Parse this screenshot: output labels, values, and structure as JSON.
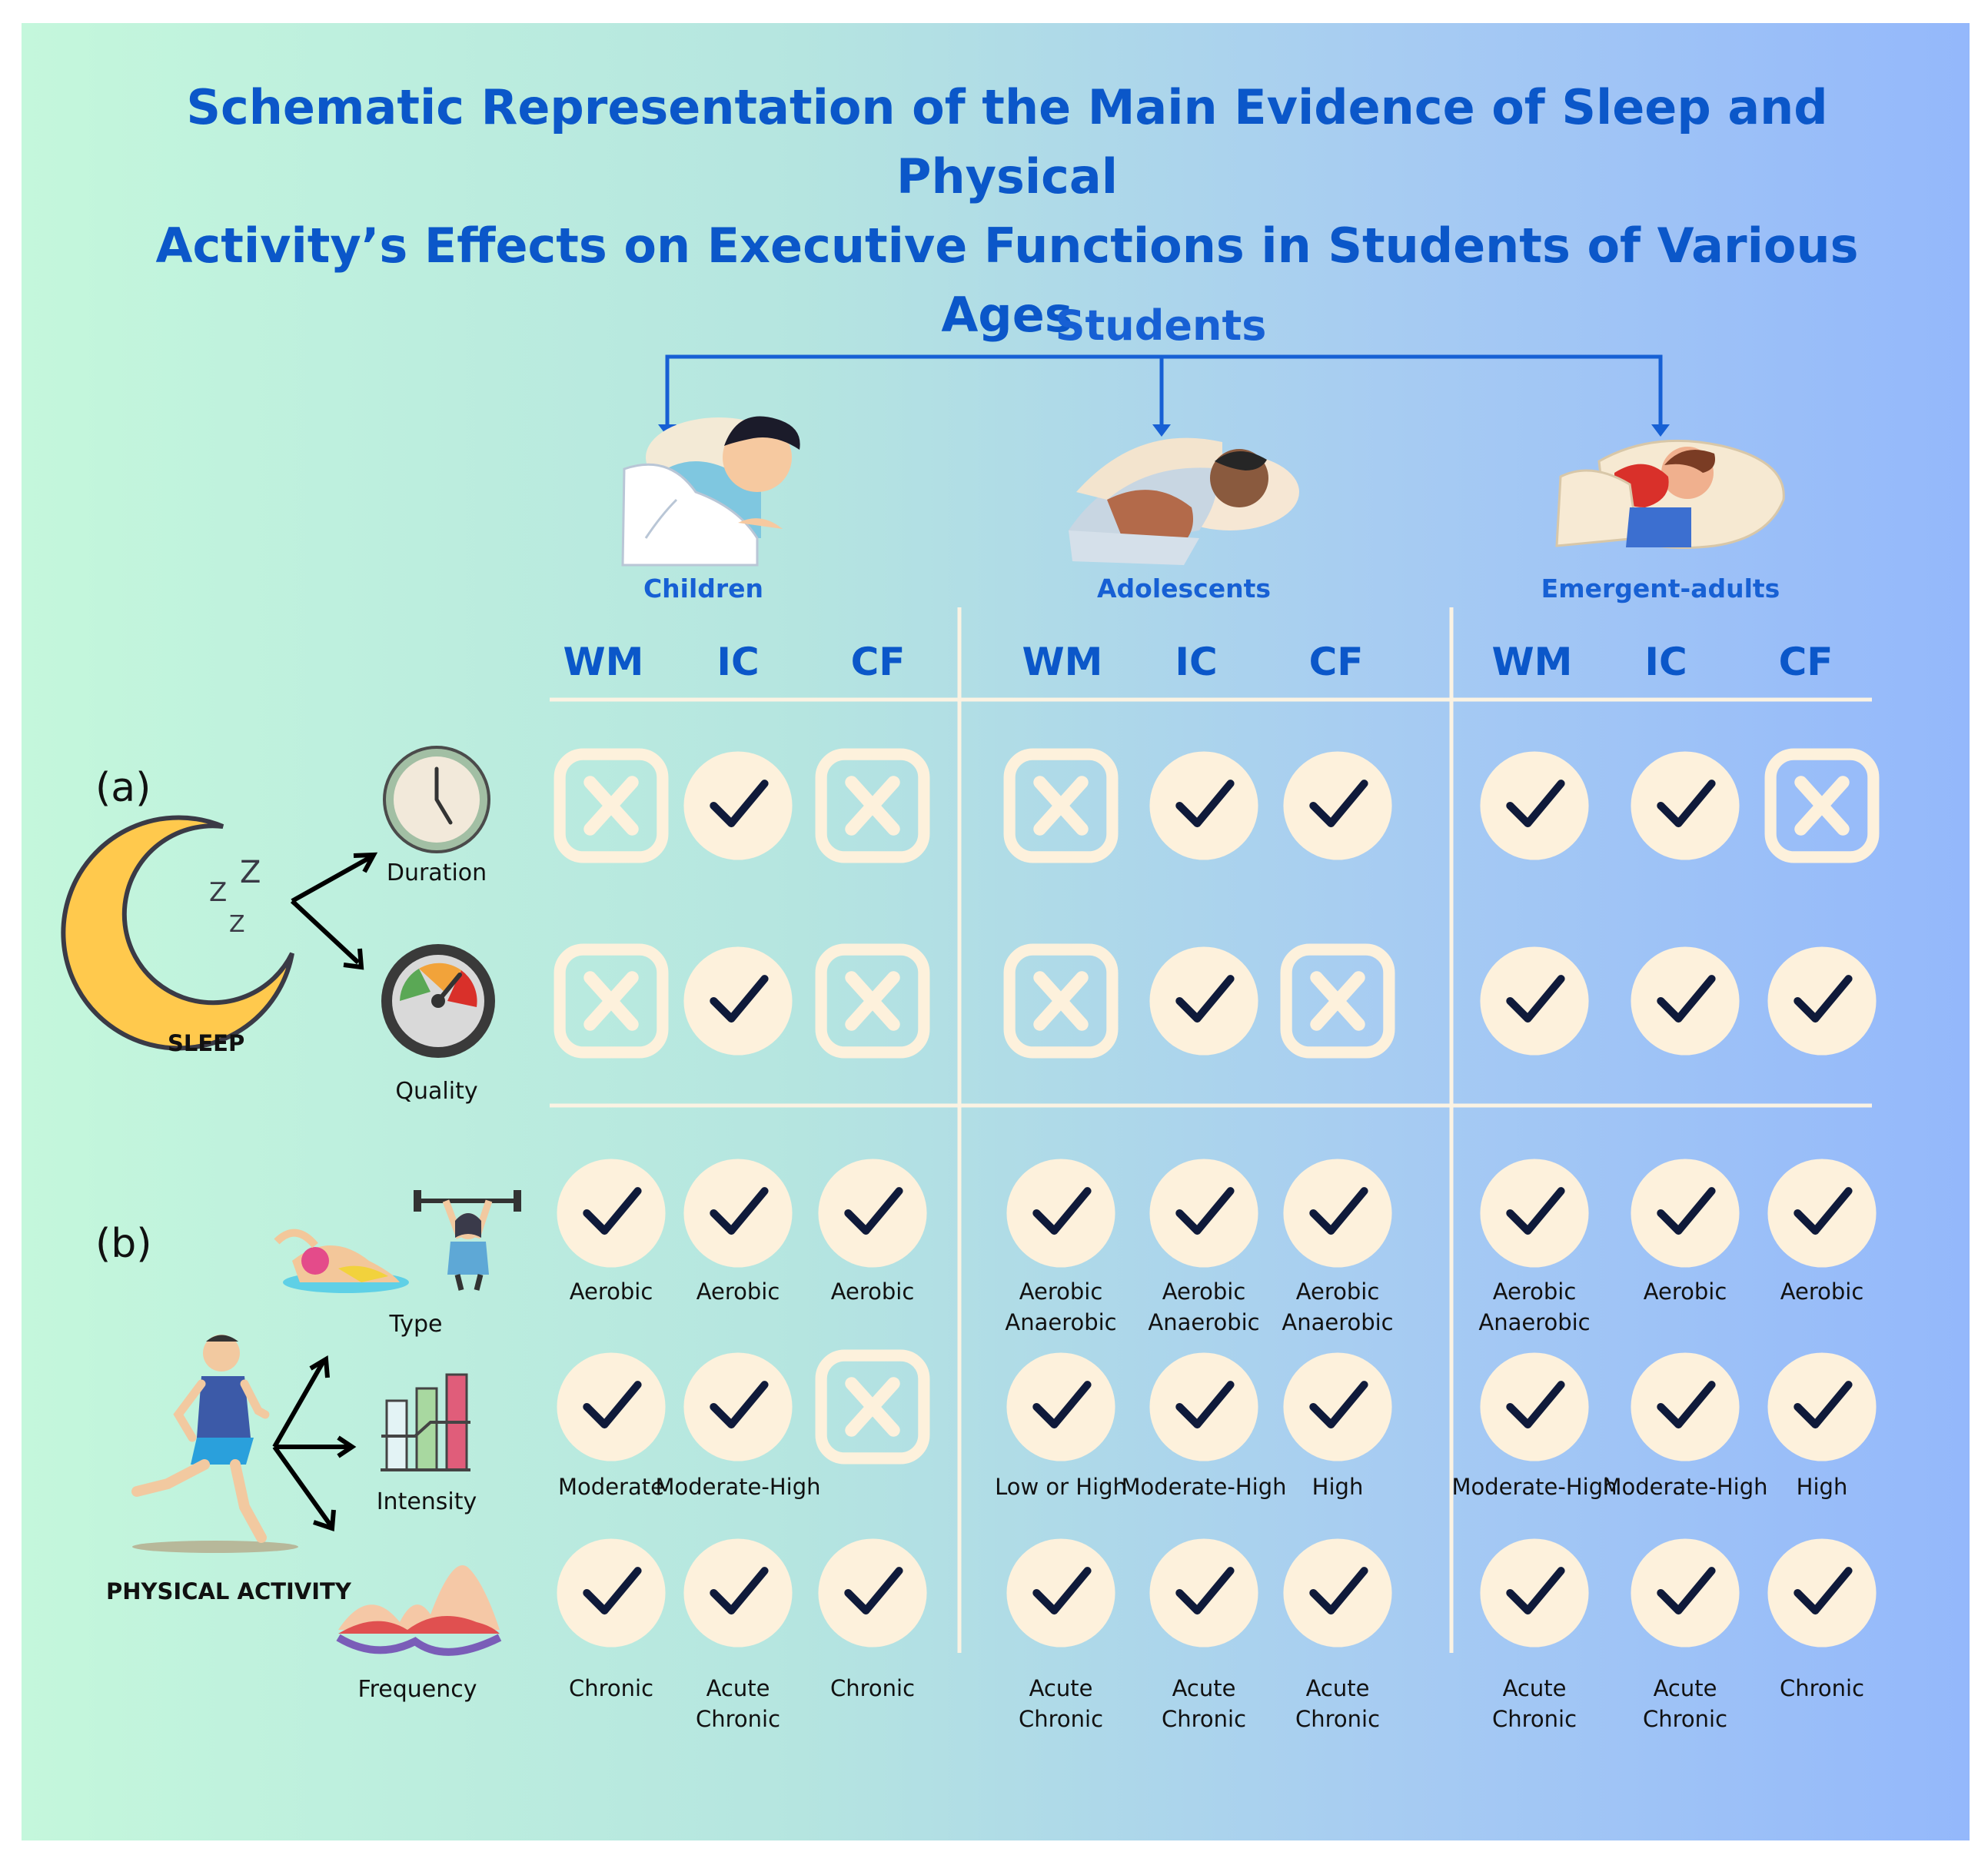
{
  "title": {
    "line1": "Schematic Representation of the Main Evidence of Sleep and Physical",
    "line2": "Activity’s Effects on Executive Functions in Students of Various Ages"
  },
  "students_label": "Students",
  "groups": [
    "Children",
    "Adolescents",
    "Emergent-adults"
  ],
  "ef_labels": [
    "WM",
    "IC",
    "CF",
    "WM",
    "IC",
    "CF",
    "WM",
    "IC",
    "CF"
  ],
  "sleep": {
    "section_label": "(a)",
    "name": "SLEEP",
    "duration_label": "Duration",
    "quality_label": "Quality"
  },
  "activity": {
    "section_label": "(b)",
    "name": "PHYSICAL ACTIVITY",
    "type_label": "Type",
    "intensity_label": "Intensity",
    "frequency_label": "Frequency"
  },
  "matrix": {
    "duration": [
      "cross",
      "check",
      "cross",
      "cross",
      "check",
      "check",
      "check",
      "check",
      "cross"
    ],
    "quality": [
      "cross",
      "check",
      "cross",
      "cross",
      "check",
      "cross",
      "check",
      "check",
      "check"
    ],
    "type": [
      "check",
      "check",
      "check",
      "check",
      "check",
      "check",
      "check",
      "check",
      "check"
    ],
    "intensity": [
      "check",
      "check",
      "cross",
      "check",
      "check",
      "check",
      "check",
      "check",
      "check"
    ],
    "frequency": [
      "check",
      "check",
      "check",
      "check",
      "check",
      "check",
      "check",
      "check",
      "check"
    ]
  },
  "captions": {
    "type": [
      [
        "Aerobic"
      ],
      [
        "Aerobic"
      ],
      [
        "Aerobic"
      ],
      [
        "Aerobic",
        "Anaerobic"
      ],
      [
        "Aerobic",
        "Anaerobic"
      ],
      [
        "Aerobic",
        "Anaerobic"
      ],
      [
        "Aerobic",
        "Anaerobic"
      ],
      [
        "Aerobic"
      ],
      [
        "Aerobic"
      ]
    ],
    "intensity": [
      [
        "Moderate"
      ],
      [
        "Moderate-High"
      ],
      [],
      [
        "Low or High"
      ],
      [
        "Moderate-High"
      ],
      [
        "High"
      ],
      [
        "Moderate-High"
      ],
      [
        "Moderate-High"
      ],
      [
        "High"
      ]
    ],
    "frequency": [
      [
        "Chronic"
      ],
      [
        "Acute",
        "Chronic"
      ],
      [
        "Chronic"
      ],
      [
        "Acute",
        "Chronic"
      ],
      [
        "Acute",
        "Chronic"
      ],
      [
        "Acute",
        "Chronic"
      ],
      [
        "Acute",
        "Chronic"
      ],
      [
        "Acute",
        "Chronic"
      ],
      [
        "Chronic"
      ]
    ]
  },
  "colors": {
    "title": "#0b57c9",
    "accent": "#1760d4",
    "bg_left": "#c4f7dc",
    "bg_right": "#94b8fb",
    "badge": "#fdf1dc",
    "check_stroke": "#0f1a3a"
  }
}
